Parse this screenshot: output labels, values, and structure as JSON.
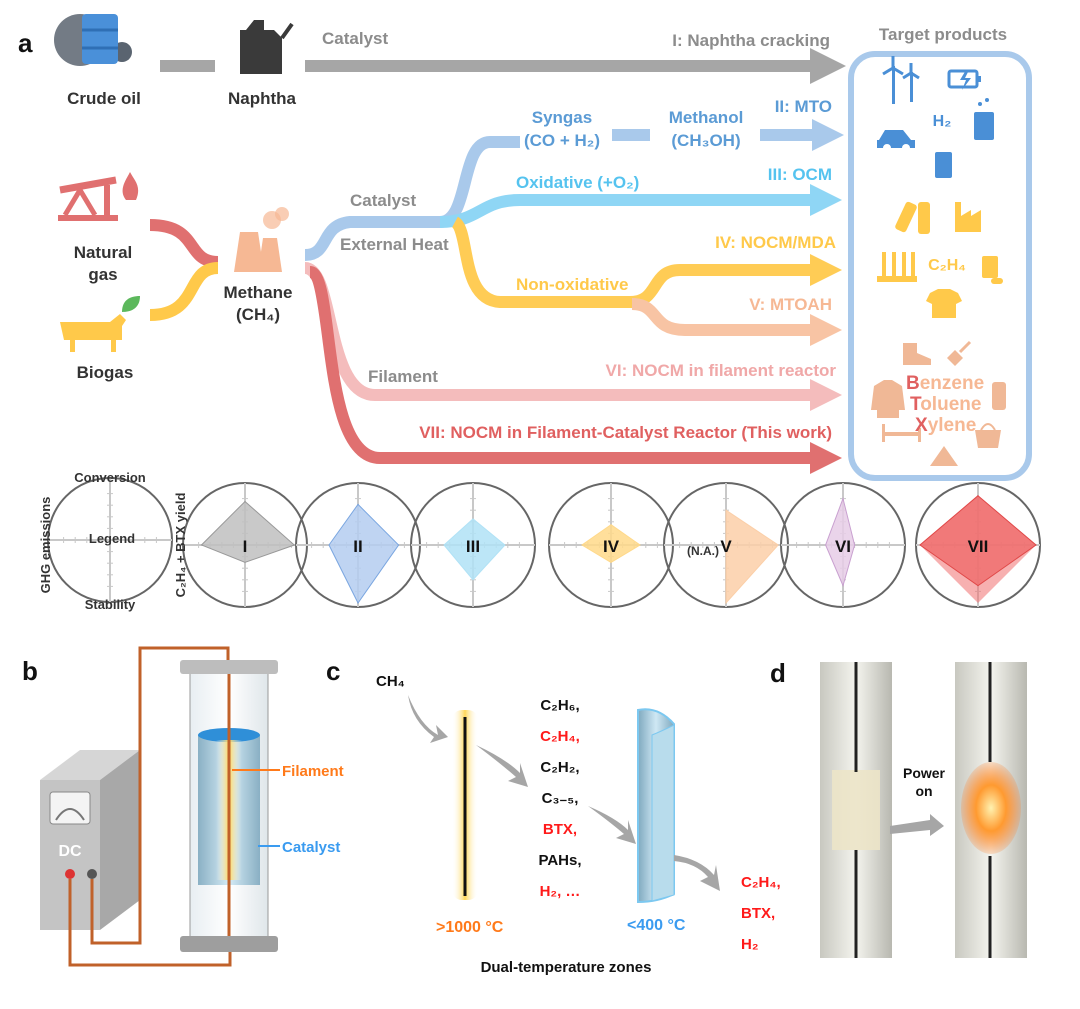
{
  "panel_a": {
    "label": "a",
    "crude_oil": "Crude oil",
    "naphtha": "Naphtha",
    "catalyst_top": "Catalyst",
    "route_I": "I: Naphtha cracking",
    "target_title": "Target products",
    "syngas": "Syngas",
    "syngas_formula": "(CO + H₂)",
    "methanol": "Methanol",
    "methanol_formula": "(CH₃OH)",
    "route_II": "II: MTO",
    "oxidative": "Oxidative (+O₂)",
    "route_III": "III: OCM",
    "catalyst": "Catalyst",
    "external_heat": "External Heat",
    "route_IV": "IV: NOCM/MDA",
    "non_oxidative": "Non-oxidative",
    "route_V": "V: MTOAH",
    "filament": "Filament",
    "route_VI": "VI: NOCM in filament reactor",
    "route_VII": "VII: NOCM in Filament-Catalyst Reactor (This work)",
    "natural_gas_1": "Natural",
    "natural_gas_2": "gas",
    "biogas": "Biogas",
    "methane": "Methane",
    "methane_formula": "(CH₄)",
    "products": {
      "h2": "H₂",
      "c2h4": "C₂H₄",
      "btx": [
        {
          "initial": "B",
          "rest": "enzene"
        },
        {
          "initial": "T",
          "rest": "oluene"
        },
        {
          "initial": "X",
          "rest": "ylene"
        }
      ],
      "icons": [
        "wind-turbine-icon",
        "battery-icon",
        "car-icon",
        "beaker-icon",
        "fertilizer-bag-icon",
        "bottles-icon",
        "factory-icon",
        "wheat-icon",
        "pill-bottle-icon",
        "tshirt-icon",
        "boot-icon",
        "paintbrush-icon",
        "sweater-icon",
        "water-bottle-icon",
        "bed-icon",
        "handbag-icon",
        "tent-icon"
      ]
    },
    "colors": {
      "naphtha": "#a6a6a6",
      "mto": "#a9c9eb",
      "ocm": "#8fd6f5",
      "nocm_mda": "#ffcc55",
      "mtoah": "#f8c4a4",
      "filament": "#f4bcbc",
      "this_work": "#e07070"
    }
  },
  "radar": {
    "axes": {
      "top": "Conversion",
      "bottom": "Stability",
      "left": "GHG emissions",
      "right": "C₂H₄ + BTX yield"
    },
    "legend_label": "Legend",
    "na_label": "(N.A.)",
    "charts": [
      {
        "name": "I",
        "color": "#bfbfbf",
        "stroke": "#999999",
        "values": {
          "conversion": 0.75,
          "yield": 0.85,
          "stability": 0.3,
          "ghg": 0.75
        }
      },
      {
        "name": "II",
        "color": "#b4cdf0",
        "stroke": "#7aa6e0",
        "values": {
          "conversion": 0.7,
          "yield": 0.7,
          "stability": 1.0,
          "ghg": 0.5
        }
      },
      {
        "name": "III",
        "color": "#b0e2f6",
        "stroke": "#b0e2f6",
        "values": {
          "conversion": 0.45,
          "yield": 0.55,
          "stability": 0.6,
          "ghg": 0.5
        }
      },
      {
        "name": "IV",
        "color": "#ffd98a",
        "stroke": "#ffd98a",
        "values": {
          "conversion": 0.35,
          "yield": 0.5,
          "stability": 0.3,
          "ghg": 0.5
        }
      },
      {
        "name": "V",
        "color": "#fbcfa8",
        "stroke": "#fbcfa8",
        "values": {
          "conversion": 0.6,
          "yield": 0.9,
          "stability": 1.0,
          "ghg": 0
        }
      },
      {
        "name": "VI",
        "color": "#e6cce6",
        "stroke": "#c9a0d0",
        "values": {
          "conversion": 0.8,
          "yield": 0.2,
          "stability": 0.7,
          "ghg": 0.3
        }
      },
      {
        "name": "VII",
        "color": "#f07070",
        "stroke": "#e04848",
        "values": {
          "conversion": 0.85,
          "yield": 1.0,
          "stability": 0.7,
          "ghg": 1.0
        },
        "stability_upper": 1.0
      }
    ]
  },
  "panel_b": {
    "label": "b",
    "dc": "DC",
    "filament": "Filament",
    "catalyst": "Catalyst"
  },
  "panel_c": {
    "label": "c",
    "ch4": "CH₄",
    "intermediates": [
      "C₂H₆,",
      "C₂H₄,",
      "C₂H₂,",
      "C₃₋₅,",
      "BTX,",
      "PAHs,",
      "H₂, …"
    ],
    "hot_temp": ">1000 °C",
    "cold_temp": "<400 °C",
    "products": [
      "C₂H₄,",
      "BTX,",
      "H₂"
    ],
    "caption": "Dual-temperature zones"
  },
  "panel_d": {
    "label": "d",
    "power_on_1": "Power",
    "power_on_2": "on"
  }
}
